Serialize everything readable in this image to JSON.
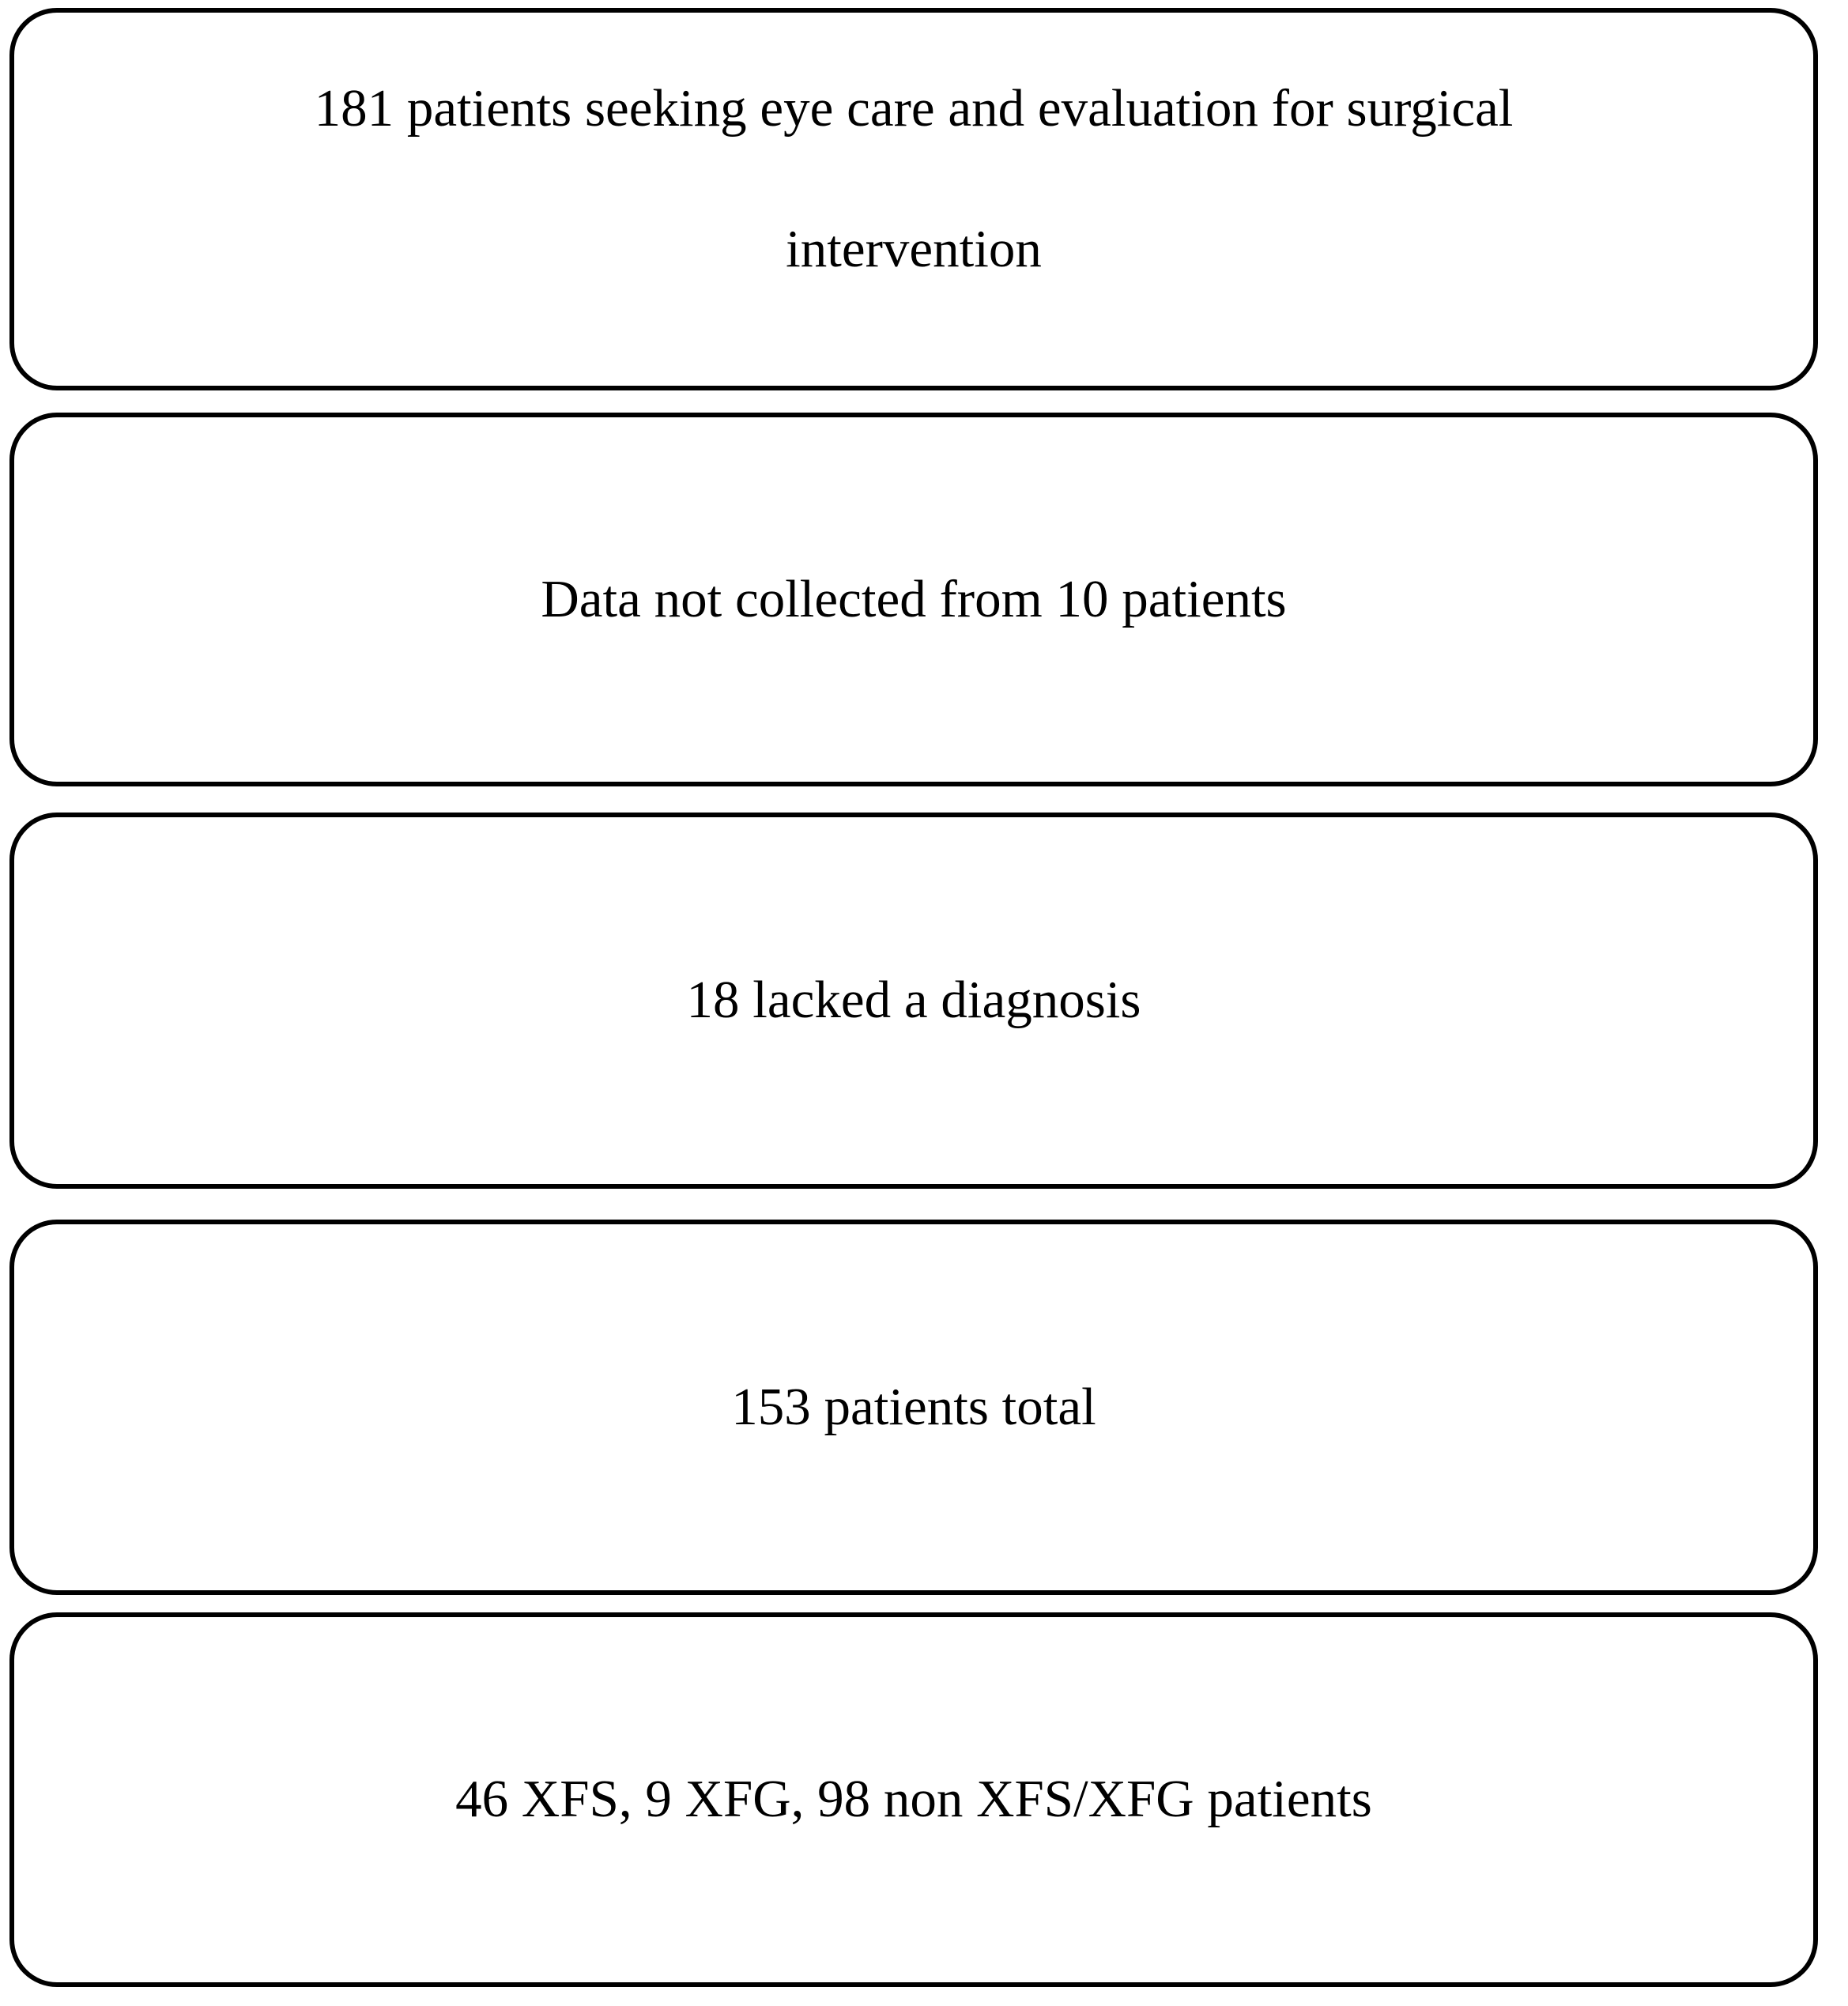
{
  "diagram": {
    "type": "flowchart",
    "background_color": "#ffffff",
    "box_border_color": "#000000",
    "text_color": "#000000",
    "boxes": [
      {
        "id": "initial-cohort",
        "lines": [
          "181 patients seeking eye care and evaluation for surgical",
          "intervention"
        ]
      },
      {
        "id": "excluded-no-data",
        "lines": [
          "Data not collected from 10 patients"
        ]
      },
      {
        "id": "excluded-no-diagnosis",
        "lines": [
          "18 lacked a diagnosis"
        ]
      },
      {
        "id": "total-patients",
        "lines": [
          "153 patients total"
        ]
      },
      {
        "id": "diagnosis-groups",
        "lines": [
          "46 XFS, 9 XFG, 98 non XFS/XFG patients"
        ]
      }
    ]
  }
}
